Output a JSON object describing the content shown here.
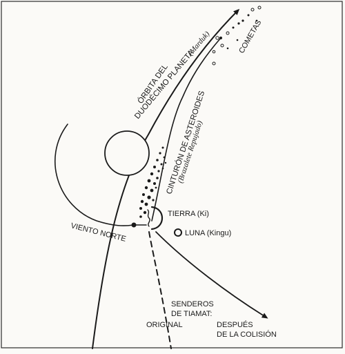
{
  "labels": {
    "orbit_line1": "ÓRBITA DEL",
    "orbit_line2": "DUODÉCIMO PLANETA",
    "orbit_marduk": "(Marduk)",
    "cometas": "COMETAS",
    "asteroides": "CINTURÓN DE ASTEROIDES",
    "brazalete": "(Brazalete Repujado)",
    "tierra": "TIERRA (Ki)",
    "luna": "LUNA (Kingu)",
    "viento": "VIENTO NORTE",
    "senderos_line1": "SENDEROS",
    "senderos_line2": "DE TIAMAT:",
    "original": "ORIGINAL",
    "despues_line1": "DESPUÉS",
    "despues_line2": "DE LA COLISIÓN"
  },
  "colors": {
    "ink": "#1a1a1a",
    "paper": "#fbfaf7"
  }
}
